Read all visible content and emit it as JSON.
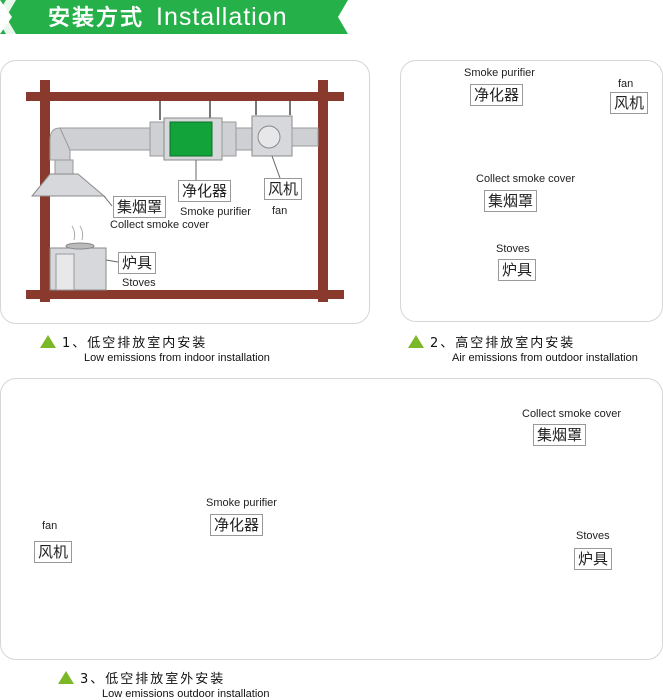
{
  "banner": {
    "title_cn": "安装方式",
    "title_en": "Installation",
    "color": "#26b04a"
  },
  "panel1": {
    "purifier_en": "",
    "purifier_cn": "净化器",
    "purifier_sub": "Smoke purifier",
    "fan_cn": "风机",
    "fan_en": "fan",
    "hood_cn": "集烟罩",
    "hood_en": "Collect smoke cover",
    "stove_cn": "炉具",
    "stove_en": "Stoves",
    "caption_cn": "1、低空排放室内安装",
    "caption_en": "Low emissions from indoor installation"
  },
  "panel2": {
    "purifier_en": "Smoke purifier",
    "purifier_cn": "净化器",
    "fan_en": "fan",
    "fan_cn": "风机",
    "hood_en": "Collect smoke cover",
    "hood_cn": "集烟罩",
    "stove_en": "Stoves",
    "stove_cn": "炉具",
    "caption_cn": "2、高空排放室内安装",
    "caption_en": "Air emissions from outdoor installation"
  },
  "panel3": {
    "hood_en": "Collect smoke cover",
    "hood_cn": "集烟罩",
    "stove_en": "Stoves",
    "stove_cn": "炉具",
    "purifier_en": "Smoke purifier",
    "purifier_cn": "净化器",
    "fan_en": "fan",
    "fan_cn": "风机",
    "caption_cn": "3、低空排放室外安装",
    "caption_en": "Low emissions outdoor installation"
  },
  "colors": {
    "brick": "#8a3a2c",
    "purifier_green": "#12a33a",
    "duct": "#cfd0d4",
    "caption_triangle": "#7ab828"
  }
}
